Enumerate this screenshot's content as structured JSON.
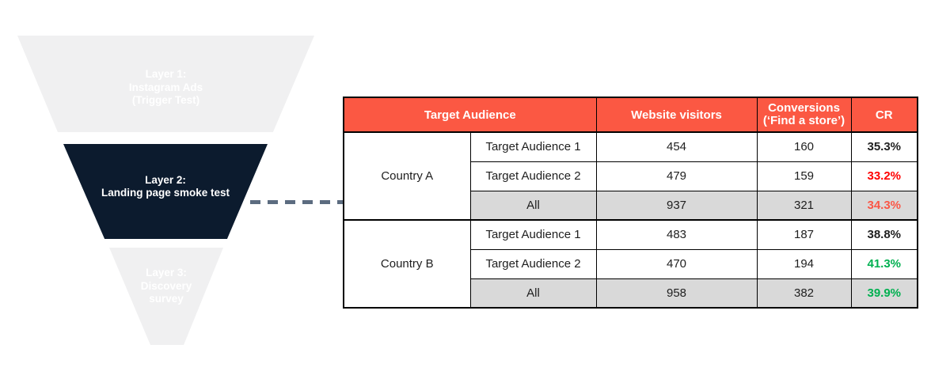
{
  "funnel": {
    "layers": [
      {
        "label": "Layer 1:\nInstagram Ads\n(Trigger Test)",
        "bg": "#f0f0f1",
        "text_color": "#ffffff"
      },
      {
        "label": "Layer 2:\nLanding page smoke test",
        "bg": "#0c1b2e",
        "text_color": "#ffffff"
      },
      {
        "label": "Layer 3:\nDiscovery\nsurvey",
        "bg": "#f0f0f1",
        "text_color": "#ffffff"
      }
    ]
  },
  "connector": {
    "color": "#5c6c80"
  },
  "table": {
    "header_bg": "#fb5843",
    "header_text_color": "#ffffff",
    "all_row_bg": "#d9d9d9",
    "headers": {
      "audience": "Target Audience",
      "visitors": "Website visitors",
      "conversions": "Conversions\n(‘Find a store’)",
      "cr": "CR"
    },
    "groups": [
      {
        "country": "Country A",
        "rows": [
          {
            "audience": "Target Audience 1",
            "visitors": "454",
            "conversions": "160",
            "cr": "35.3%",
            "cr_color": "#1f1f1f"
          },
          {
            "audience": "Target Audience 2",
            "visitors": "479",
            "conversions": "159",
            "cr": "33.2%",
            "cr_color": "#ff0000"
          },
          {
            "audience": "All",
            "visitors": "937",
            "conversions": "321",
            "cr": "34.3%",
            "cr_color": "#fa5747"
          }
        ]
      },
      {
        "country": "Country B",
        "rows": [
          {
            "audience": "Target Audience 1",
            "visitors": "483",
            "conversions": "187",
            "cr": "38.8%",
            "cr_color": "#1f1f1f"
          },
          {
            "audience": "Target Audience 2",
            "visitors": "470",
            "conversions": "194",
            "cr": "41.3%",
            "cr_color": "#00b050"
          },
          {
            "audience": "All",
            "visitors": "958",
            "conversions": "382",
            "cr": "39.9%",
            "cr_color": "#00b050"
          }
        ]
      }
    ]
  }
}
